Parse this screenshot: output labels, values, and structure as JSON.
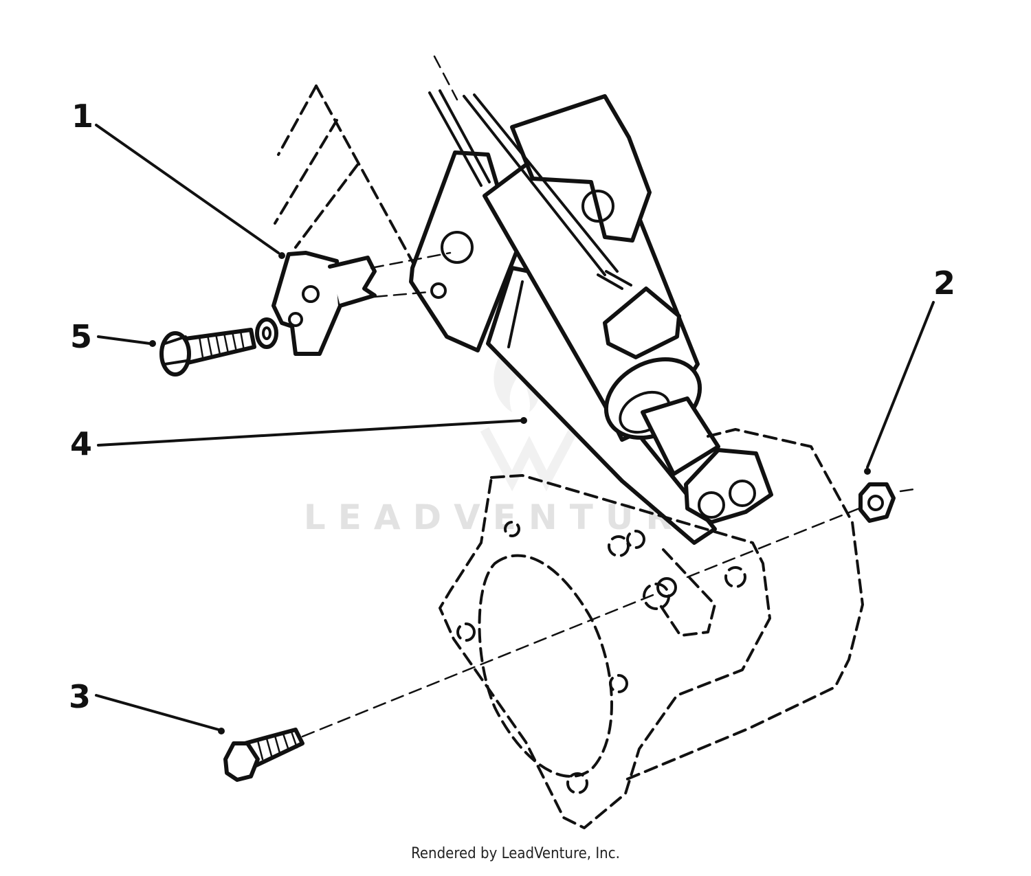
{
  "callouts": [
    {
      "id": "1",
      "label": "1"
    },
    {
      "id": "2",
      "label": "2"
    },
    {
      "id": "3",
      "label": "3"
    },
    {
      "id": "4",
      "label": "4"
    },
    {
      "id": "5",
      "label": "5"
    }
  ],
  "watermark": {
    "text": "LEADVENTURE"
  },
  "footer": {
    "credit": "Rendered by LeadVenture, Inc."
  },
  "colors": {
    "ink": "#111111",
    "watermark": "#e2e2e2",
    "background": "#ffffff"
  }
}
